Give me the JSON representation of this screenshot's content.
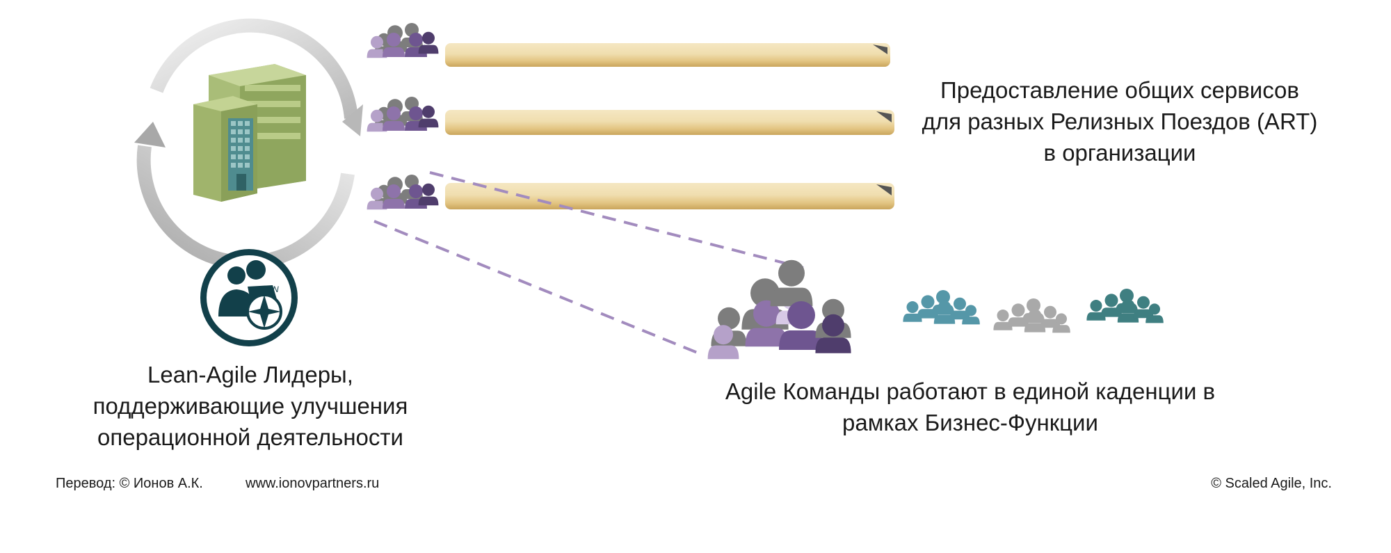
{
  "services_text": {
    "line1": "Предоставление общих сервисов",
    "line2": "для разных Релизных Поездов (ART)",
    "line3": "в организации"
  },
  "leaders_text": {
    "line1": "Lean-Agile Лидеры,",
    "line2": "поддерживающие улучшения",
    "line3": "операционной деятельности"
  },
  "teams_text": {
    "line1": "Agile Команды работают в единой каденции в",
    "line2": "рамках Бизнес-Функции"
  },
  "footer": {
    "translation": "Перевод: © Ионов А.К.",
    "website": "www.ionovpartners.ru",
    "copyright": "© Scaled Agile,  Inc."
  },
  "colors": {
    "purple_light": "#b5a1c9",
    "purple": "#8e73aa",
    "purple_dark": "#6e5590",
    "purple_darkest": "#4f3d6c",
    "gray_person": "#7d7d7d",
    "train_gold": "#e8cf95",
    "building_green": "#a9bd78",
    "building_teal": "#4f8c8f",
    "teal_team": "#5597a8",
    "gray_team": "#a9a9a9",
    "dark_teal_team": "#3f7f81",
    "leader_icon": "#12404a",
    "dashed_line": "#a28bbe"
  },
  "icons": [
    "building-icon",
    "cycle-arrows-icon",
    "team-icon",
    "lean-agile-leader-icon",
    "train-bar-icon"
  ]
}
